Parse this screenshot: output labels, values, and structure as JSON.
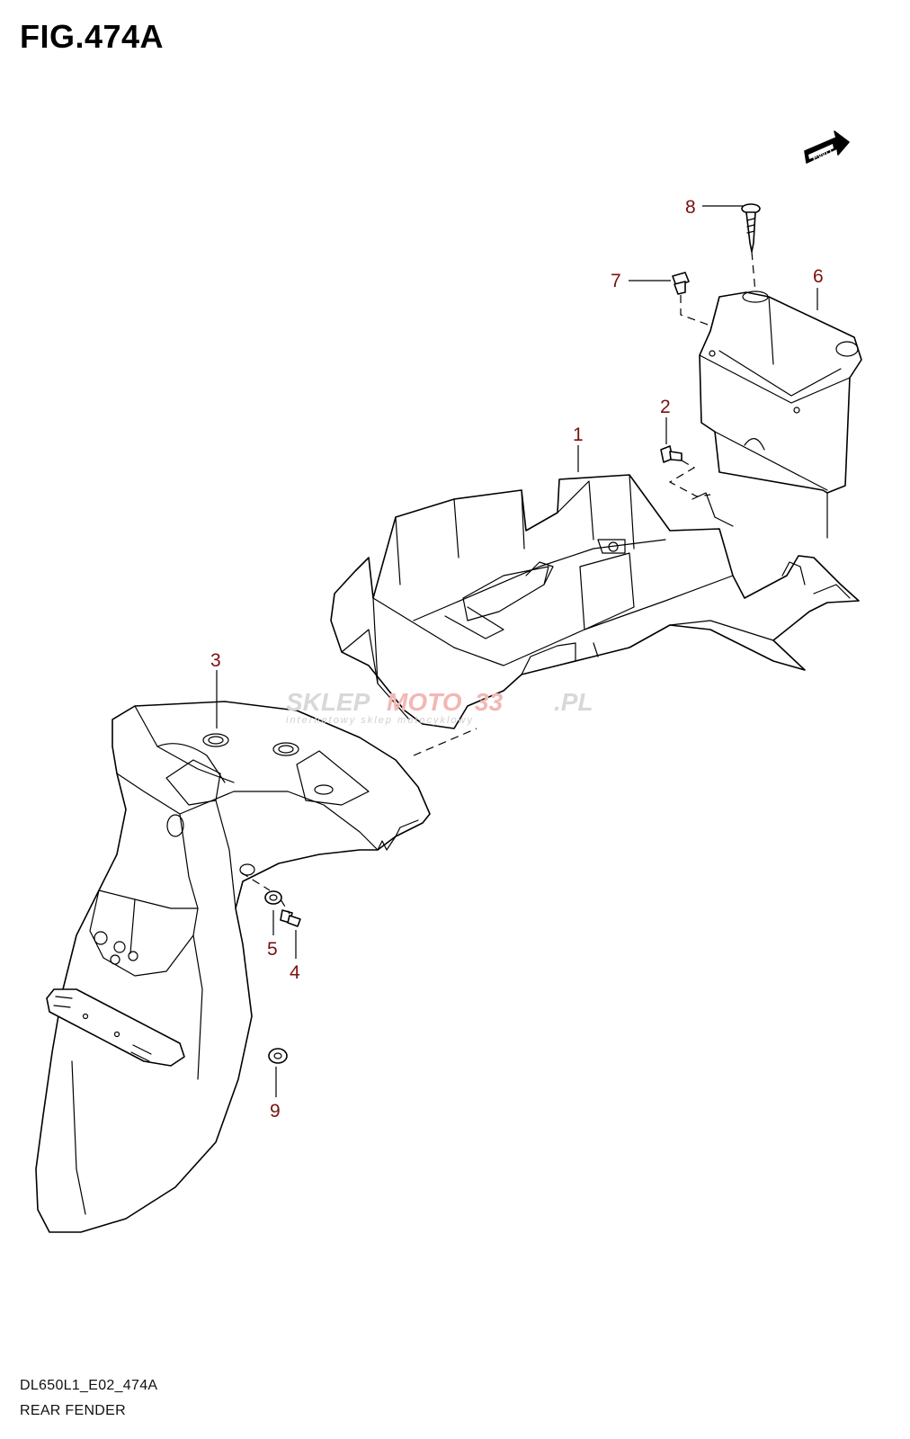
{
  "figure": {
    "title": "FIG.474A",
    "code": "DL650L1_E02_474A",
    "name": "REAR FENDER"
  },
  "orientation_label": "FWD",
  "watermark": {
    "brand_grey": "SKLEP",
    "brand_red_1": "MOTO",
    "brand_red_2": "33",
    "brand_suffix": ".PL",
    "tagline": "internetowy sklep motocyklowy"
  },
  "callouts": [
    {
      "id": "1",
      "label": "1"
    },
    {
      "id": "2",
      "label": "2"
    },
    {
      "id": "3",
      "label": "3"
    },
    {
      "id": "4",
      "label": "4"
    },
    {
      "id": "5",
      "label": "5"
    },
    {
      "id": "6",
      "label": "6"
    },
    {
      "id": "7",
      "label": "7"
    },
    {
      "id": "8",
      "label": "8"
    },
    {
      "id": "9",
      "label": "9"
    }
  ],
  "colors": {
    "callout": "#7a1010",
    "line": "#000000",
    "background": "#ffffff"
  }
}
